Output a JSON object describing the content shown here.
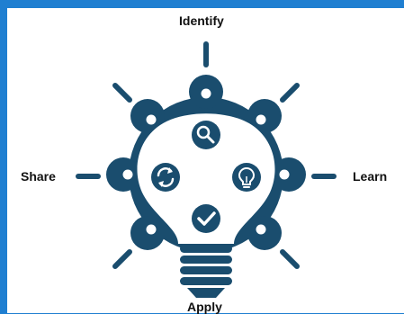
{
  "labels": {
    "identify": "Identify",
    "share": "Share",
    "learn": "Learn",
    "apply": "Apply"
  },
  "colors": {
    "background": "#1f7fd1",
    "frame": "#ffffff",
    "primary": "#1a4d6e",
    "light": "#ffffff",
    "text": "#111111"
  },
  "icons": {
    "top": "magnifier-icon",
    "left": "refresh-icon",
    "right": "lightbulb-icon",
    "bottom": "checkmark-icon"
  }
}
